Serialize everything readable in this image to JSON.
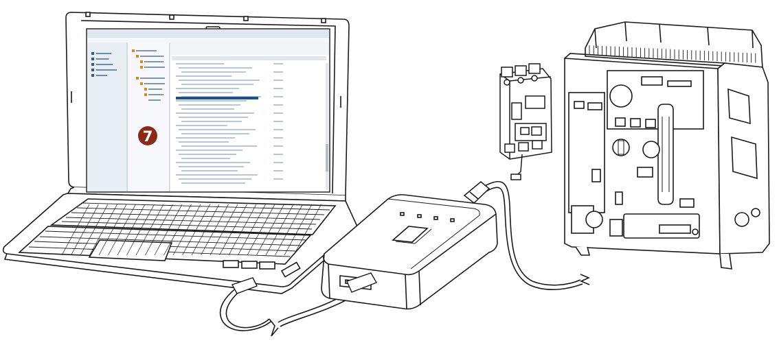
{
  "callout": {
    "label": "7",
    "color": "#8a2a19"
  },
  "colors": {
    "outline": "#1a1a1a",
    "screen_bg": "#ffffff",
    "nav_bg": "#e9eef4",
    "titlebar": "#dfe7f0",
    "selection": "#1f4f86",
    "laptop_body": "#ffffff"
  },
  "components": [
    {
      "id": "laptop",
      "icon": "laptop-icon"
    },
    {
      "id": "interface-adapter",
      "icon": "adapter-box-icon"
    },
    {
      "id": "molded-case-breaker",
      "icon": "mccb-icon"
    },
    {
      "id": "air-circuit-breaker",
      "icon": "acb-icon"
    }
  ]
}
